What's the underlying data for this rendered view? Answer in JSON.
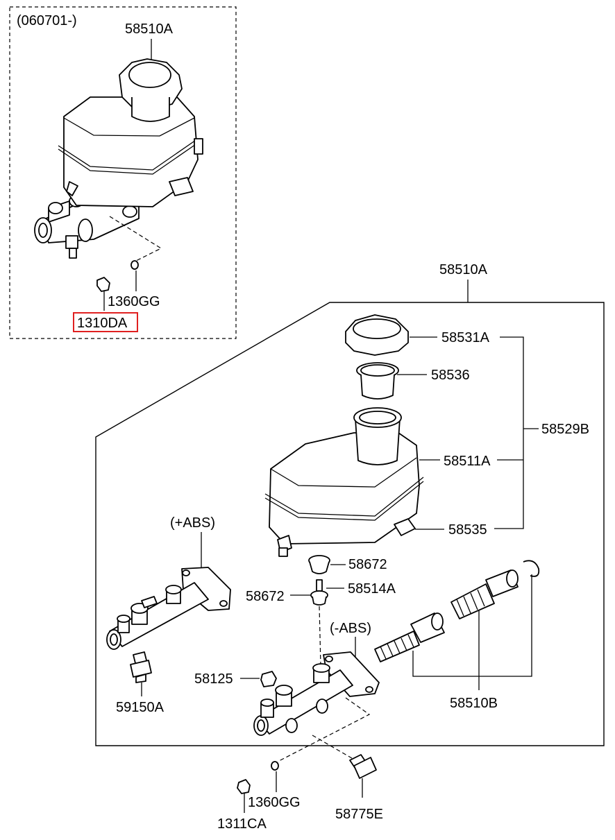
{
  "inset": {
    "date_range": "(060701-)",
    "reservoir_assembly": "58510A",
    "gasket": "1360GG",
    "nut": "1310DA"
  },
  "main": {
    "assembly": "58510A",
    "cap": "58531A",
    "strainer": "58536",
    "kit": "58529B",
    "reservoir": "58511A",
    "connector": "58535",
    "seal_upper": "58672",
    "seal_lower": "58672",
    "adapter": "58514A",
    "with_abs": "(+ABS)",
    "without_abs": "(-ABS)",
    "plug": "58125",
    "fitting": "59150A",
    "piston_kit": "58510B",
    "gasket": "1360GG",
    "nut": "1311CA",
    "switch": "58775E"
  },
  "highlight_color": "#e02020"
}
